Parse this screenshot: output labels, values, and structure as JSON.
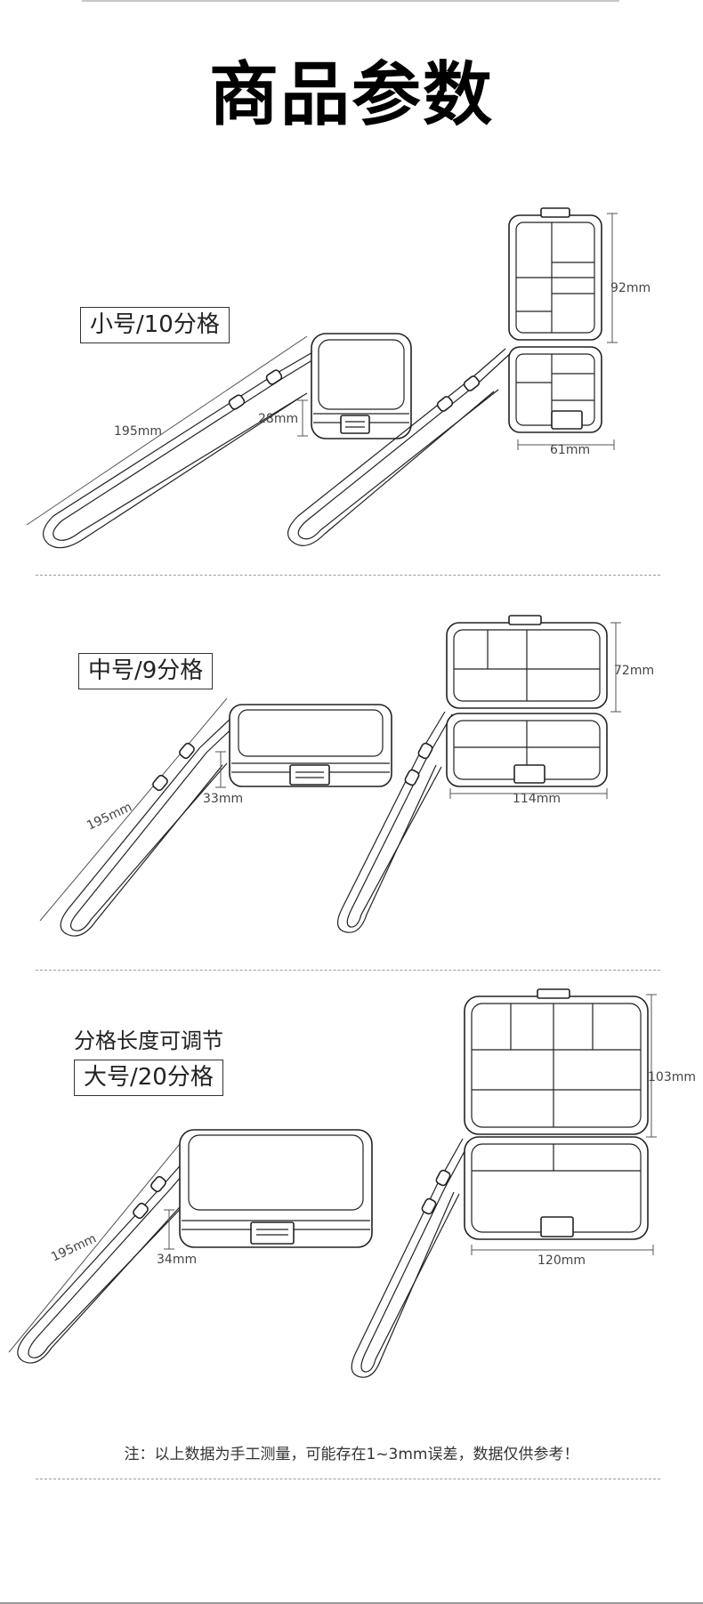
{
  "header": {
    "title": "商品参数"
  },
  "sections": [
    {
      "label": "小号/10分格",
      "note": "",
      "strap_len": "195mm",
      "thickness": "28mm",
      "height": "92mm",
      "width": "61mm"
    },
    {
      "label": "中号/9分格",
      "note": "",
      "strap_len": "195mm",
      "thickness": "33mm",
      "height": "72mm",
      "width": "114mm"
    },
    {
      "label": "大号/20分格",
      "note": "分格长度可调节",
      "strap_len": "195mm",
      "thickness": "34mm",
      "height": "103mm",
      "width": "120mm"
    }
  ],
  "footer": {
    "note": "注：以上数据为手工测量，可能存在1~3mm误差，数据仅供参考！"
  },
  "colors": {
    "line": "#222222",
    "accent_bar": "#c9c9c9",
    "divider": "#9a9a9a"
  }
}
